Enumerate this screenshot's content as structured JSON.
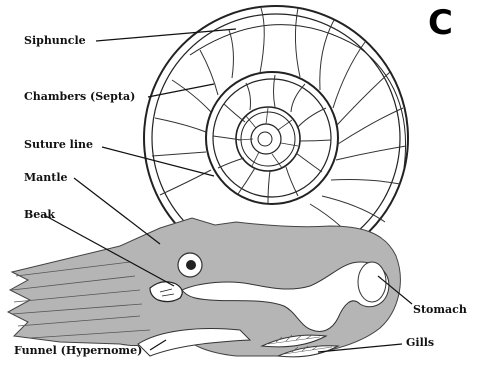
{
  "panel_letter": "C",
  "labels": {
    "siphuncle": "Siphuncle",
    "chambers": "Chambers (Septa)",
    "suture": "Suture line",
    "mantle": "Mantle",
    "beak": "Beak",
    "funnel": "Funnel (Hypernome)",
    "stomach": "Stomach",
    "gills": "Gills"
  },
  "colors": {
    "body_fill": "#b5b5b5",
    "organ_fill": "#ffffff",
    "outline": "#222222",
    "label": "#111111"
  }
}
